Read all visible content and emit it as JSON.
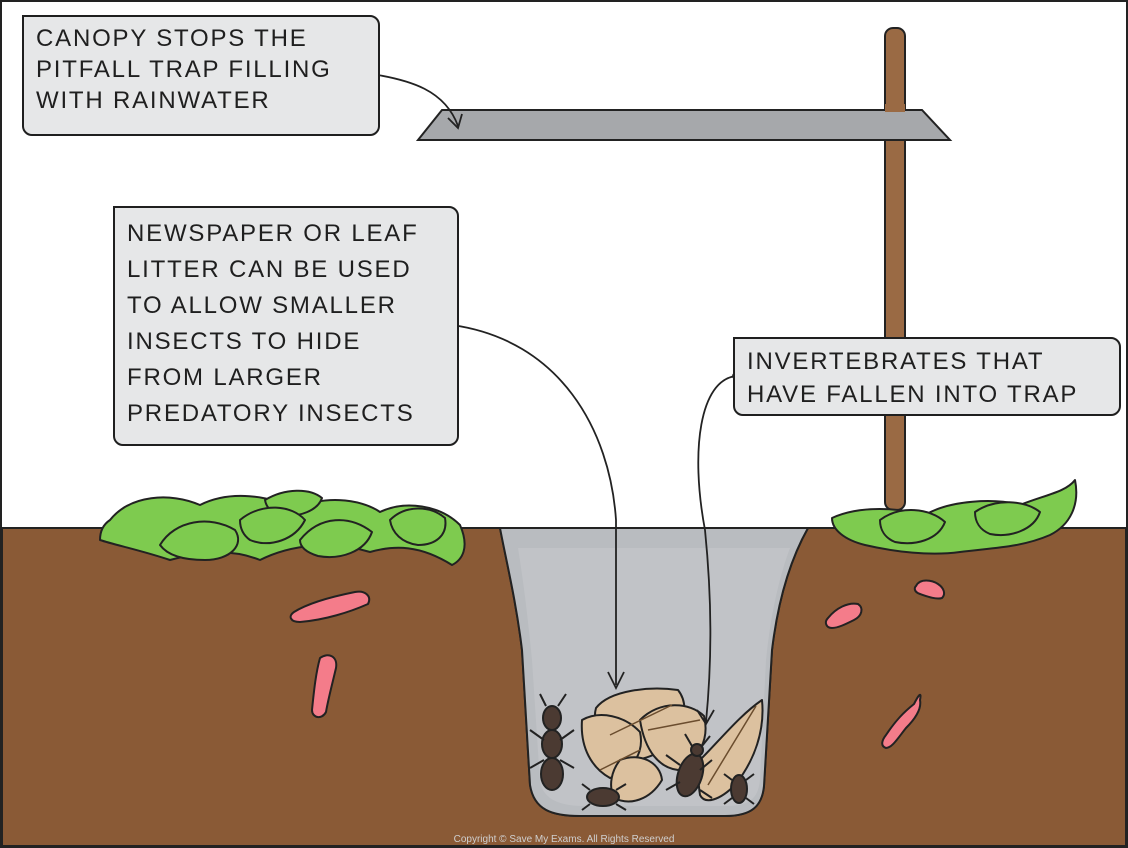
{
  "labels": {
    "canopy": [
      "CANOPY STOPS THE",
      "PITFALL TRAP FILLING",
      "WITH RAINWATER"
    ],
    "newspaper": [
      "NEWSPAPER OR LEAF",
      "LITTER CAN BE USED",
      "TO ALLOW SMALLER",
      "INSECTS TO HIDE",
      "FROM LARGER",
      "PREDATORY INSECTS"
    ],
    "invertebrates": [
      "INVERTEBRATES THAT",
      "HAVE FALLEN INTO TRAP"
    ]
  },
  "watermark": "Copyright © Save My Exams. All Rights Reserved",
  "colors": {
    "soil": "#8a5a36",
    "trap": "#b9bcc0",
    "canopy": "#a6a8ab",
    "stake": "#9a6a44",
    "leaf": "#7ecb4f",
    "worm": "#f47c8a",
    "label_bg": "#e6e7e8",
    "dry_leaf": "#dcc19f",
    "beetle": "#4b3a32"
  }
}
